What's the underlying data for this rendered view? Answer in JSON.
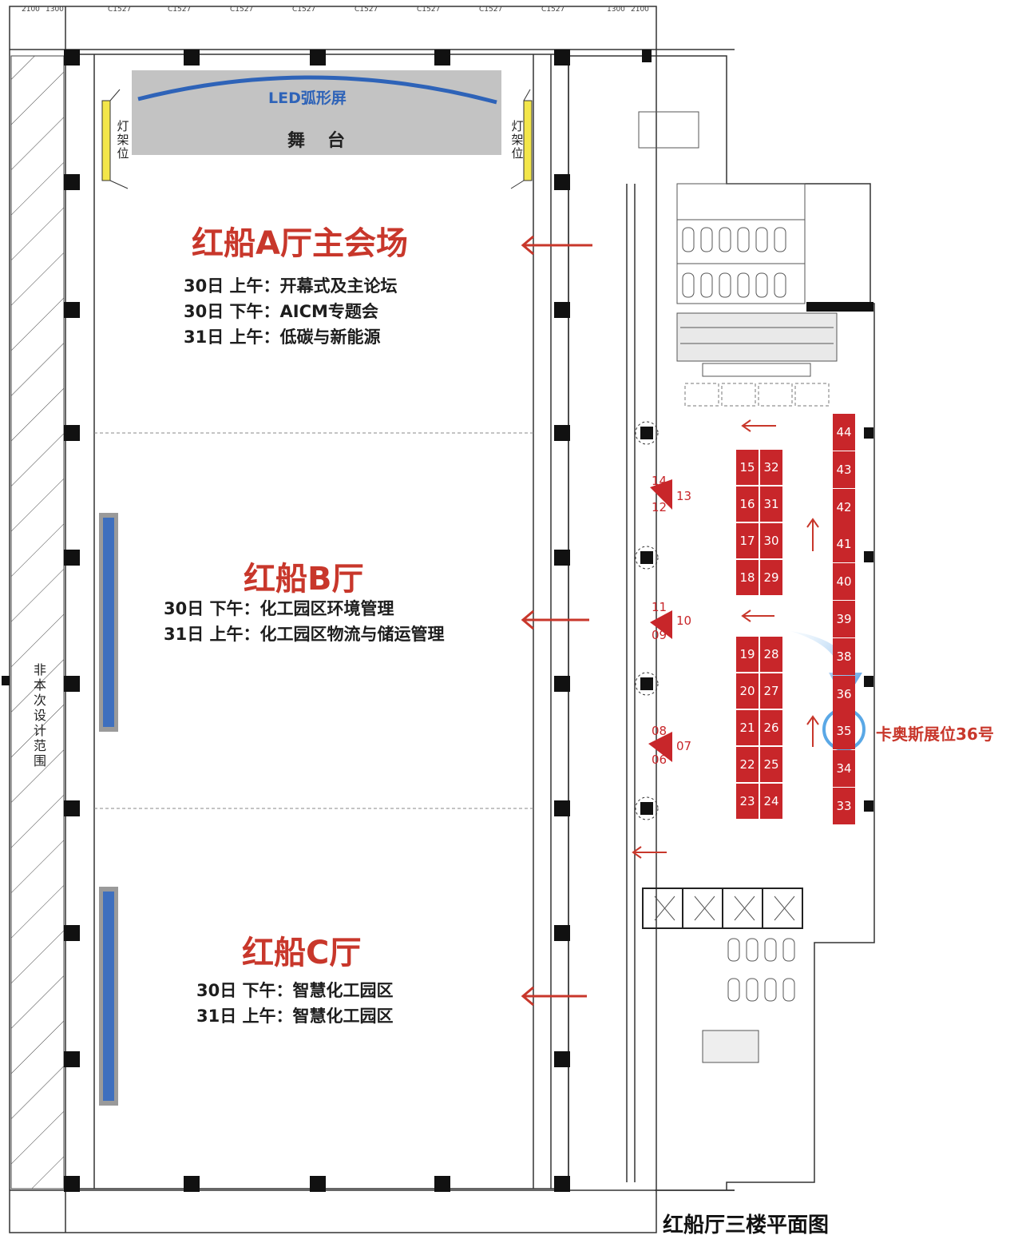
{
  "stage": {
    "led_label": "LED弧形屏",
    "stage_label": "舞台",
    "light_rack_left": "灯架位",
    "light_rack_right": "灯架位"
  },
  "halls": [
    {
      "title": "红船A厅主会场",
      "schedule": [
        "30日 上午：开幕式及主论坛",
        "30日 下午：AICM专题会",
        "31日 上午：低碳与新能源"
      ]
    },
    {
      "title": "红船B厅",
      "schedule": [
        "30日 下午：化工园区环境管理",
        "31日 上午：化工园区物流与储运管理"
      ]
    },
    {
      "title": "红船C厅",
      "schedule": [
        "30日 下午：智慧化工园区",
        "31日 上午：智慧化工园区"
      ]
    }
  ],
  "booths": {
    "column_left": [
      "15",
      "16",
      "17",
      "18",
      "19",
      "20",
      "21",
      "22",
      "23"
    ],
    "column_mid": [
      "32",
      "31",
      "30",
      "29",
      "28",
      "27",
      "26",
      "25",
      "24"
    ],
    "column_right": [
      "44",
      "43",
      "42",
      "41",
      "40",
      "39",
      "38",
      "36",
      "35",
      "34",
      "33"
    ],
    "highlight": "36"
  },
  "triangle_booths": [
    {
      "labels": [
        "14",
        "12",
        "13"
      ]
    },
    {
      "labels": [
        "11",
        "09",
        "10"
      ]
    },
    {
      "labels": [
        "08",
        "06",
        "07"
      ]
    }
  ],
  "booth_callout": "卡奥斯展位36号",
  "left_strip_label": "非本次设计范围",
  "caption": "红船厅三楼平面图",
  "dimensions": {
    "top_left": [
      "2100",
      "1300"
    ],
    "top_modules": "C1527",
    "top_right": [
      "1300",
      "2100"
    ]
  },
  "colors": {
    "accent_red": "#c8372b",
    "booth_red": "#c8262a",
    "led_blue": "#2e63b8",
    "highlight_blue": "#5aa8e6"
  }
}
